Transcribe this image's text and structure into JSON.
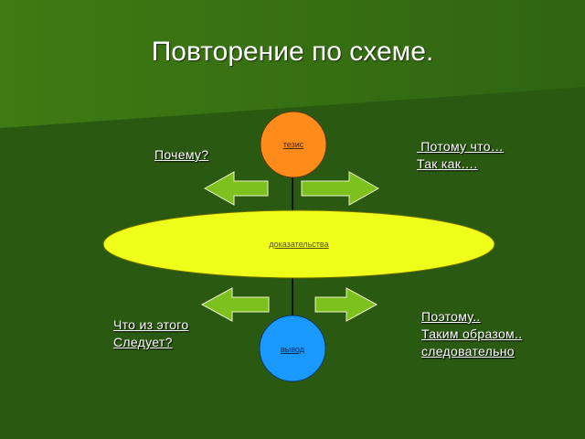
{
  "slide": {
    "title": "Повторение по схеме.",
    "nodes": {
      "top": "тезис",
      "middle": "доказательства",
      "bottom": "вывод"
    },
    "labels": {
      "top_left": "Почему?",
      "top_right": [
        " Потому что…",
        "Так как…."
      ],
      "bottom_left": [
        "Что из этого",
        "Следует?"
      ],
      "bottom_right": [
        "Поэтому..",
        "Таким образом..",
        "следовательно"
      ]
    }
  },
  "colors": {
    "background": "#2a5a12",
    "background_light": "#3f7a12",
    "node_top": "#ff8c1a",
    "node_middle": "#f0ff1a",
    "node_bottom": "#1a9aff",
    "arrow": "#7dc11e"
  }
}
